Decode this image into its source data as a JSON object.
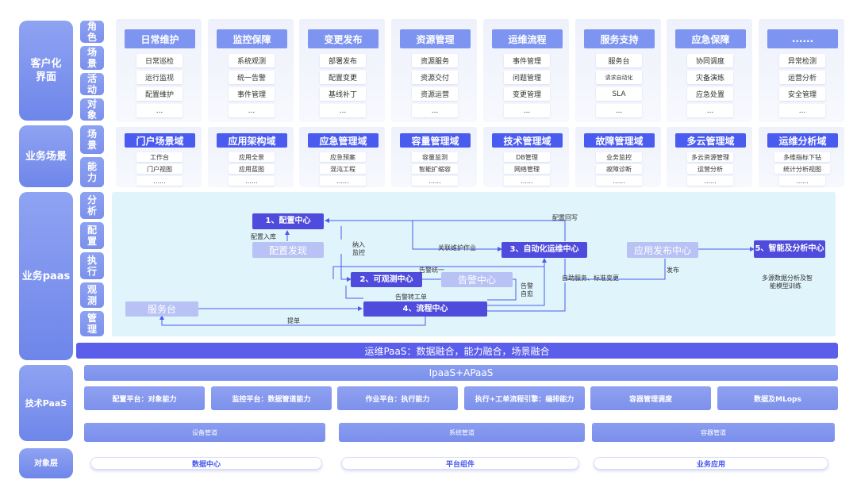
{
  "layers": {
    "customized_ui": "客户化界面",
    "business_scene": "业务场景",
    "business_paas": "业务paas",
    "tech_paas": "技术PaaS",
    "object_layer": "对象层"
  },
  "ui_sublabels": [
    "角色",
    "场景",
    "活动",
    "对象"
  ],
  "scene_sublabels": [
    "场景",
    "能力"
  ],
  "paas_sublabels": [
    "分析",
    "配置",
    "执行",
    "观测",
    "管理"
  ],
  "top_columns": [
    {
      "title": "日常维护",
      "items": [
        "日常巡检",
        "运行监视",
        "配置维护",
        "..."
      ]
    },
    {
      "title": "监控保障",
      "items": [
        "系统观测",
        "统一告警",
        "事件管理",
        "..."
      ]
    },
    {
      "title": "变更发布",
      "items": [
        "部署发布",
        "配置变更",
        "基线补丁",
        "..."
      ]
    },
    {
      "title": "资源管理",
      "items": [
        "资源服务",
        "资源交付",
        "资源运营",
        "..."
      ]
    },
    {
      "title": "运维流程",
      "items": [
        "事件管理",
        "问题管理",
        "变更管理",
        "..."
      ]
    },
    {
      "title": "服务支持",
      "items": [
        "服务台",
        "请求自动化",
        "SLA",
        "..."
      ]
    },
    {
      "title": "应急保障",
      "items": [
        "协同调度",
        "灾备演练",
        "应急处置",
        "..."
      ]
    },
    {
      "title": "......",
      "items": [
        "异常检测",
        "运营分析",
        "安全管理",
        "..."
      ]
    }
  ],
  "domains": [
    {
      "title": "门户场景域",
      "items": [
        "工作台",
        "门户视图",
        "......"
      ]
    },
    {
      "title": "应用架构域",
      "items": [
        "应用全景",
        "应用蓝图",
        "......"
      ]
    },
    {
      "title": "应急管理域",
      "items": [
        "应急预案",
        "混沌工程",
        "......"
      ]
    },
    {
      "title": "容量管理域",
      "items": [
        "容量监测",
        "智能扩缩容",
        "......"
      ]
    },
    {
      "title": "技术管理域",
      "items": [
        "DB管理",
        "网络管理",
        "......"
      ]
    },
    {
      "title": "故障管理域",
      "items": [
        "业务监控",
        "故障诊断",
        "......"
      ]
    },
    {
      "title": "多云管理域",
      "items": [
        "多云资源管理",
        "运营分析",
        "......"
      ]
    },
    {
      "title": "运维分析域",
      "items": [
        "多维指标下钻",
        "统计分析视图",
        "......"
      ]
    }
  ],
  "flow": {
    "config_center": "1、配置中心",
    "config_discovery": "配置发现",
    "observe_center": "2、可观测中心",
    "alert_center": "告警中心",
    "automation_center": "3、自动化运维中心",
    "process_center": "4、流程中心",
    "service_desk": "服务台",
    "release_center": "应用发布中心",
    "smart_analysis": "5、智能及分析中心",
    "lbl_config_writeback": "配置回写",
    "lbl_config_ingest": "配置入库",
    "lbl_onboard_monitor_1": "纳入",
    "lbl_onboard_monitor_2": "监控",
    "lbl_link_maintenance": "关联维护作业",
    "lbl_alert_unify": "告警统一",
    "lbl_alert_heal_1": "告警",
    "lbl_alert_heal_2": "自愈",
    "lbl_auto_service": "自助服务、标准变更",
    "lbl_publish": "发布",
    "lbl_multi_source_1": "多源数据分析及智",
    "lbl_multi_source_2": "能模型训练",
    "lbl_alert_to_ticket": "告警转工单",
    "lbl_submit_ticket": "提单"
  },
  "ops_paas_bar": "运维PaaS：数据融合，能力融合，场景融合",
  "ipaas_bar": "IpaaS+APaaS",
  "platforms": [
    "配置平台：对象能力",
    "监控平台：数据管道能力",
    "作业平台：执行能力",
    "执行+工单流程引擎：编排能力",
    "容器管理调度",
    "数据及MLops"
  ],
  "pipelines": [
    "设备管道",
    "系统管道",
    "容器管道"
  ],
  "objects": [
    "数据中心",
    "平台组件",
    "业务应用"
  ],
  "colors": {
    "accent": "#4a5bef",
    "node_dark": "#4f4bdc",
    "node_light": "#b8c2f4",
    "canvas": "#dff4fb",
    "layer": "#7f95ee"
  }
}
